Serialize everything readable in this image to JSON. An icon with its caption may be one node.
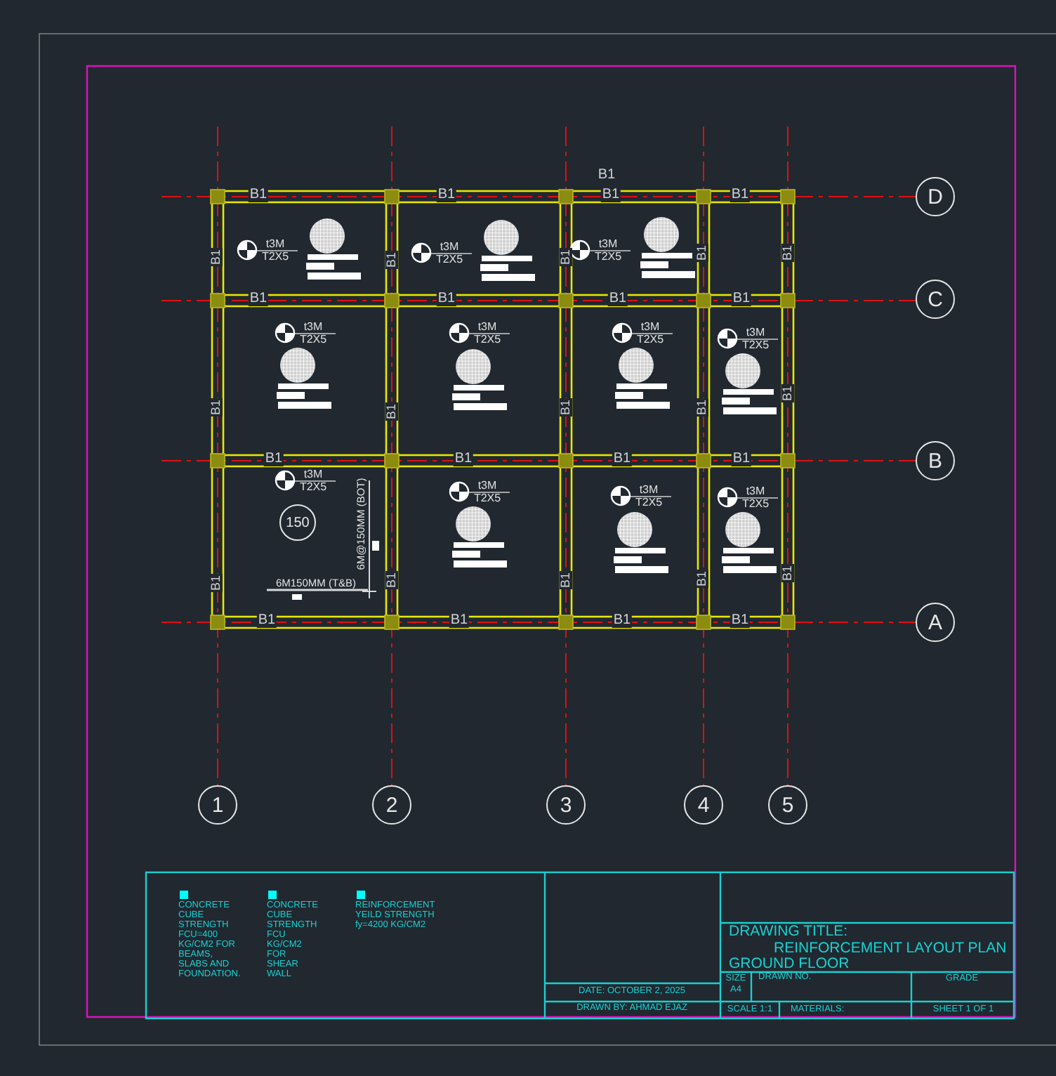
{
  "diagram": {
    "nodes": [
      {
        "text": [
          "D"
        ]
      },
      {
        "text": [
          "C"
        ]
      },
      {
        "text": [
          "B"
        ]
      },
      {
        "text": [
          "150"
        ]
      },
      {
        "text": [
          "A"
        ]
      },
      {
        "text": [
          "1"
        ]
      },
      {
        "text": [
          "2"
        ]
      },
      {
        "text": [
          "3"
        ]
      },
      {
        "text": [
          "4"
        ]
      },
      {
        "text": [
          "5"
        ]
      }
    ],
    "labels": [
      "B1",
      "B1",
      "B1",
      "B1",
      "B1",
      "B1",
      "B1",
      "B1",
      "B1",
      "B1",
      "t3M",
      "T2X5",
      "t3M",
      "T2X5",
      "t3M",
      "T2X5",
      "B1",
      "B1",
      "B1",
      "B1",
      "t3M",
      "T2X5",
      "t3M",
      "T2X5",
      "t3M",
      "T2X5",
      "t3M",
      "T2X5",
      "B1",
      "B1",
      "B1",
      "B1",
      "B1",
      "B1",
      "B1",
      "B1",
      "B1",
      "t3M",
      "T2X5",
      "t3M",
      "T2X5",
      "t3M",
      "T2X5",
      "t3M",
      "T2X5",
      "6M@150MM (BOT)",
      "6M150MM (T&B)",
      "B1",
      "B1",
      "B1",
      "B1",
      "B1",
      "B1",
      "B1",
      "B1",
      "B1",
      "DRAWING TITLE:",
      "REINFORCEMENT LAYOUT PLAN",
      "GROUND FLOOR",
      "DATE: OCTOBER 2, 2025",
      "DRAWN BY: AHMAD EJAZ",
      "SIZE",
      "A4",
      "DRAWN NO.",
      "GRADE",
      "SCALE 1:1",
      "MATERIALS:",
      "SHEET 1 OF 1"
    ],
    "legend": [
      {
        "text": "CONCRETE CUBE STRENGTH FCU=400 KG/CM2 FOR BEAMS, SLABS AND FOUNDATION.",
        "color": "#00ffff"
      },
      {
        "text": "CONCRETE CUBE STRENGTH FCU KG/CM2 FOR SHEAR WALL",
        "color": "#00ffff"
      },
      {
        "text": "REINFORCEMENT YEILD STRENGTH fy=4200 KG/CM2",
        "color": "#00ffff"
      }
    ]
  }
}
